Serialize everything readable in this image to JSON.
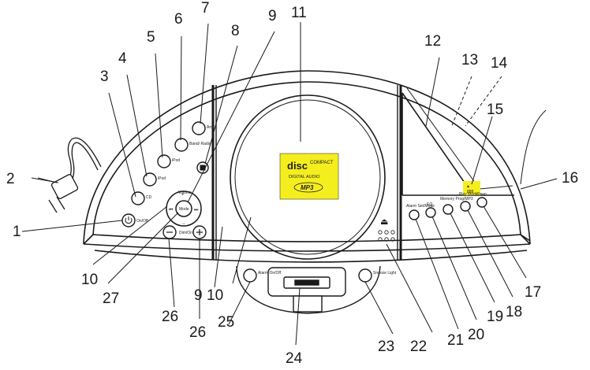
{
  "callouts": [
    "1",
    "2",
    "3",
    "4",
    "5",
    "6",
    "7",
    "8",
    "9",
    "9",
    "10",
    "10",
    "11",
    "12",
    "13",
    "14",
    "15",
    "16",
    "17",
    "18",
    "19",
    "20",
    "21",
    "22",
    "23",
    "24",
    "25",
    "26",
    "26",
    "27"
  ],
  "button_labels": {
    "on_off": "On/Off",
    "cd": "CD",
    "ipod_a": "iPod",
    "ipod_b": "iPod",
    "band_radio": "Band/ Radio",
    "am": "Am",
    "volume": "Volume",
    "mode": "Mode",
    "dim_on": "Dim/On",
    "alarm_on_off": "Alarm On/Off",
    "snooze_light": "Snooze Light",
    "sleep": "Sleep",
    "play_mode": "Play Mode",
    "memory_prog": "Memory Prog/MP3",
    "eq": "EQ",
    "alarm_set": "Alarm Set/Mode"
  },
  "disc_logo": {
    "compact": "COMPACT",
    "digital_audio": "DIGITAL AUDIO",
    "mp3": "MP3"
  },
  "colors": {
    "line": "#1a1a1a",
    "lcd": "#f5ee1e",
    "background": "#ffffff"
  }
}
